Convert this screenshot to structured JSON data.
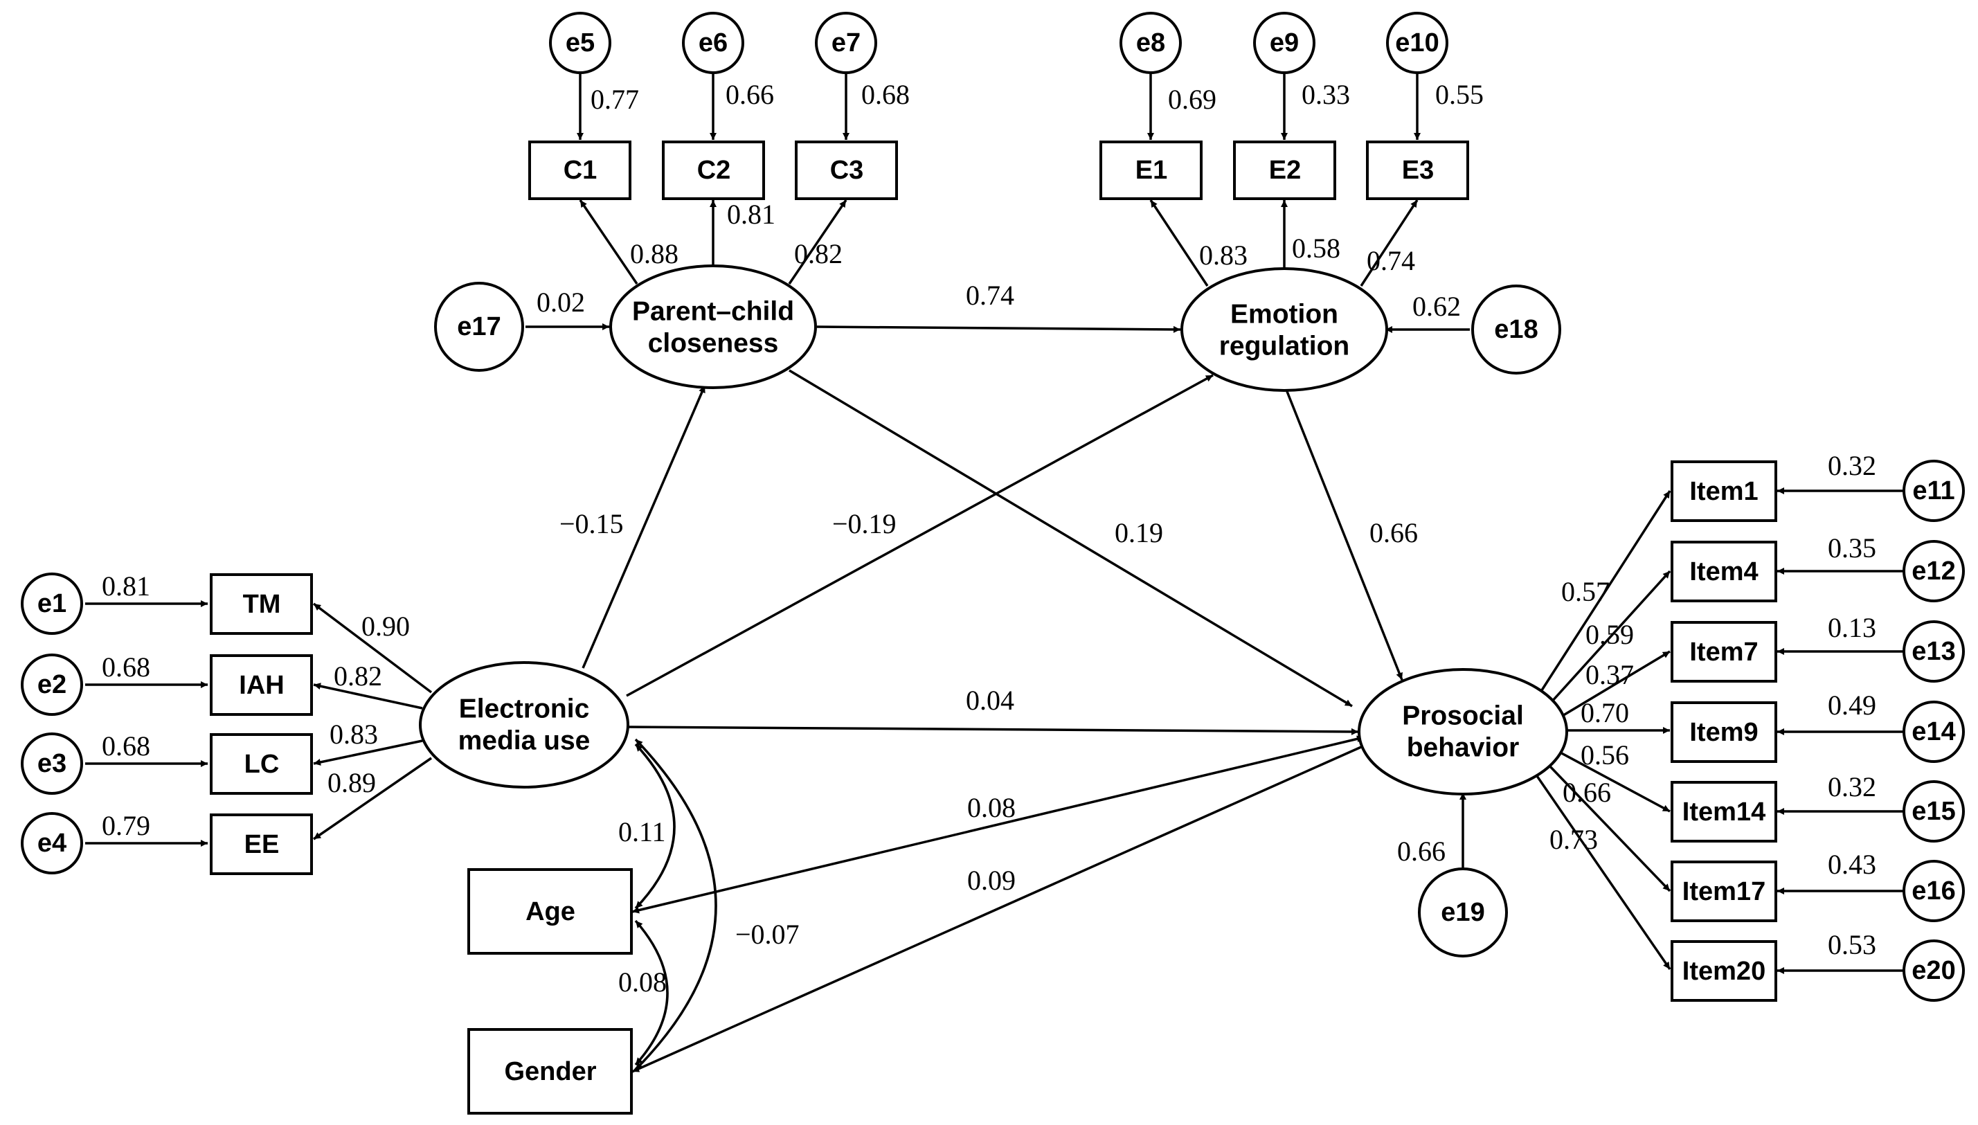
{
  "nodes": {
    "e1": "e1",
    "e2": "e2",
    "e3": "e3",
    "e4": "e4",
    "e5": "e5",
    "e6": "e6",
    "e7": "e7",
    "e8": "e8",
    "e9": "e9",
    "e10": "e10",
    "e11": "e11",
    "e12": "e12",
    "e13": "e13",
    "e14": "e14",
    "e15": "e15",
    "e16": "e16",
    "e20": "e20",
    "e17": "e17",
    "e18": "e18",
    "e19": "e19",
    "TM": "TM",
    "IAH": "IAH",
    "LC": "LC",
    "EE": "EE",
    "C1": "C1",
    "C2": "C2",
    "C3": "C3",
    "E1": "E1",
    "E2": "E2",
    "E3": "E3",
    "Item1": "Item1",
    "Item4": "Item4",
    "Item7": "Item7",
    "Item9": "Item9",
    "Item14": "Item14",
    "Item17": "Item17",
    "Item20": "Item20",
    "Age": "Age",
    "Gender": "Gender",
    "pcc_line1": "Parent–child",
    "pcc_line2": "closeness",
    "er_line1": "Emotion",
    "er_line2": "regulation",
    "emu_line1": "Electronic",
    "emu_line2": "media use",
    "pb_line1": "Prosocial",
    "pb_line2": "behavior"
  },
  "coefficients": {
    "e1_TM": "0.81",
    "e2_IAH": "0.68",
    "e3_LC": "0.68",
    "e4_EE": "0.79",
    "emu_TM": "0.90",
    "emu_IAH": "0.82",
    "emu_LC": "0.83",
    "emu_EE": "0.89",
    "e5_C1": "0.77",
    "e6_C2": "0.66",
    "e7_C3": "0.68",
    "pcc_C1": "0.88",
    "pcc_C2": "0.81",
    "pcc_C3": "0.82",
    "e8_E1": "0.69",
    "e9_E2": "0.33",
    "e10_E3": "0.55",
    "er_E1": "0.83",
    "er_E2": "0.58",
    "er_E3": "0.74",
    "e17_pcc": "0.02",
    "e18_er": "0.62",
    "e19_pb": "0.66",
    "pcc_er": "0.74",
    "emu_pcc": "−0.15",
    "emu_er": "−0.19",
    "pcc_pb": "0.19",
    "er_pb": "0.66",
    "emu_pb": "0.04",
    "age_pb": "0.08",
    "gender_pb": "0.09",
    "emu_age": "0.11",
    "age_gender": "0.08",
    "emu_gender": "−0.07",
    "pb_Item1": "0.57",
    "pb_Item4": "0.59",
    "pb_Item7": "0.37",
    "pb_Item9": "0.70",
    "pb_Item14": "0.56",
    "pb_Item17": "0.66",
    "pb_Item20": "0.73",
    "e11_Item1": "0.32",
    "e12_Item4": "0.35",
    "e13_Item7": "0.13",
    "e14_Item9": "0.49",
    "e15_Item14": "0.32",
    "e16_Item17": "0.43",
    "e20_Item20": "0.53"
  }
}
